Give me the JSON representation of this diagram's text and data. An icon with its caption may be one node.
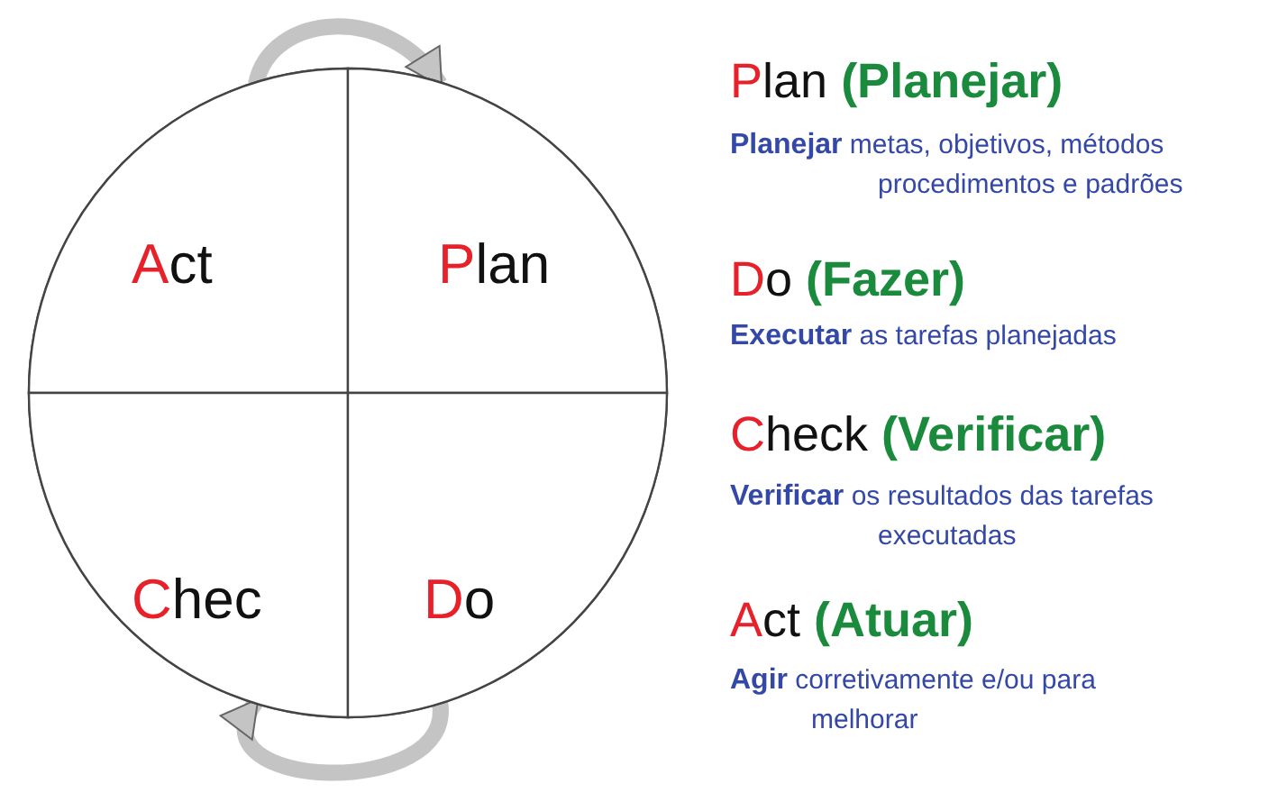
{
  "diagram": {
    "nodes": [
      {
        "text": [],
        "shape": "circle"
      },
      {
        "text": [
          "Act"
        ],
        "in": 0
      },
      {
        "text": [
          "Plan"
        ],
        "in": 0
      },
      {
        "text": [
          "Chec"
        ],
        "in": 0
      },
      {
        "text": [
          "Do"
        ],
        "in": 0
      }
    ],
    "edges": [
      {
        "from": 1,
        "to": 2,
        "arrow": "to"
      },
      {
        "from": 4,
        "to": 3,
        "arrow": "to"
      }
    ],
    "labels": [
      "Plan **(Planejar)**",
      "**Planejar** metas, objetivos, métodos procedimentos e padrões",
      "Do **(Fazer)**",
      "**Executar** as tarefas planejadas",
      "Check **(Verificar)**",
      "**Verificar** os resultados das tarefas executadas",
      "Act **(Atuar)**",
      "**Agir** corretivamente e/ou para melhorar"
    ]
  }
}
